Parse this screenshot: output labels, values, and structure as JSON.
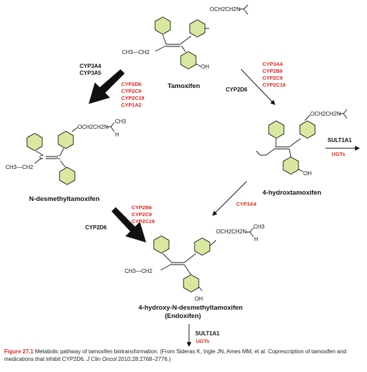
{
  "molecules": {
    "tamoxifen": {
      "name": "Tamoxifen",
      "side_chain": "OCH2CH2N",
      "ethyl": "CH3—CH2",
      "oh": "OH"
    },
    "n_desmethyl": {
      "name": "N-desmethyltamoxifen",
      "side_chain": "OCH2CH2N",
      "methyl": "CH3",
      "h": "H",
      "ethyl": "CH3—CH2",
      "c_left": "C",
      "c_right": "C"
    },
    "hydroxy": {
      "name": "4-hydroxtamoxifen",
      "side_chain": "OCH2CH2N",
      "oh": "OH"
    },
    "endoxifen": {
      "name_line1": "4-hydroxy-N-desmethyltamoxifen",
      "name_line2": "(Endoxifen)",
      "side_chain": "OCH2CH2N",
      "methyl": "CH3",
      "h": "H",
      "ethyl": "CH3—CH2",
      "oh": "OH"
    }
  },
  "enzymes": {
    "a1": {
      "black": [
        "CYP3A4",
        "CYP3A5"
      ],
      "red": [
        "CYP2D6",
        "CYP2C9",
        "CYP2C19",
        "CYP1A2"
      ]
    },
    "a2": {
      "black": [
        "CYP2D6"
      ],
      "red": [
        "CYP3A4",
        "CYP2B6",
        "CYP2C9",
        "CYP2C19"
      ]
    },
    "a3": {
      "black": [
        "SULT1A1"
      ],
      "red": [
        "UGTs"
      ]
    },
    "a4": {
      "red": [
        "CYP3A4"
      ]
    },
    "a5": {
      "black": [
        "CYP2D6"
      ],
      "red": [
        "CYP2B6",
        "CYP2C9",
        "CYP2C19"
      ]
    },
    "a6": {
      "black": [
        "SULT1A1"
      ],
      "red": [
        "UGTs"
      ]
    }
  },
  "colors": {
    "accent_red": "#e2231a",
    "ring_fill": "#d8e8a0",
    "text": "#111111"
  },
  "caption": {
    "fig_label": "Figure 27.1",
    "text_part1": "Metabolic pathway of tamoxifen biotransformation. (From Sideras K, Ingle JN, Ames MM, et al. Coprescription of tamoxifen and medications that inhibit CYP2D6.",
    "journal": "J Clin Oncol",
    "text_part2": "2010;28:2768–2776.)"
  }
}
